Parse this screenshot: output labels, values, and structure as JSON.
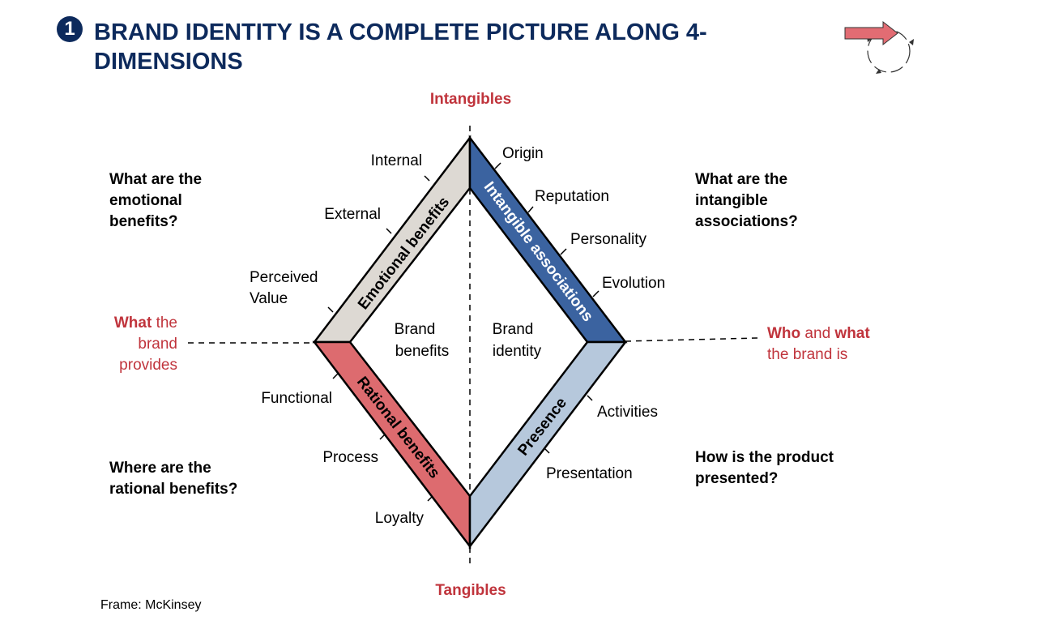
{
  "header": {
    "number": "1",
    "title": "BRAND IDENTITY IS A COMPLETE PICTURE ALONG 4-DIMENSIONS"
  },
  "axes": {
    "top": "Intangibles",
    "bottom": "Tangibles"
  },
  "bands": {
    "emotional": "Emotional benefits",
    "intangible": "Intangible associations",
    "rational": "Rational benefits",
    "presence": "Presence"
  },
  "center": {
    "left_line1": "Brand",
    "left_line2": "benefits",
    "right_line1": "Brand",
    "right_line2": "identity"
  },
  "items": {
    "internal": "Internal",
    "external": "External",
    "perceived_line1": "Perceived",
    "perceived_line2": "Value",
    "origin": "Origin",
    "reputation": "Reputation",
    "personality": "Personality",
    "evolution": "Evolution",
    "functional": "Functional",
    "process": "Process",
    "loyalty": "Loyalty",
    "activities": "Activities",
    "presentation": "Presentation"
  },
  "questions": {
    "tl": [
      "What are the",
      "emotional",
      "benefits?"
    ],
    "tr": [
      "What are the",
      "intangible",
      "associations?"
    ],
    "bl": [
      "Where are the",
      "rational benefits?"
    ],
    "br": [
      "How is the product",
      "presented?"
    ]
  },
  "side_left": {
    "bold": "What",
    "rest": " the",
    "line2": "brand",
    "line3": "provides"
  },
  "side_right": {
    "bold1": "Who",
    "mid": " and ",
    "bold2": "what",
    "line2": "the brand is"
  },
  "source": "Frame: McKinsey",
  "colors": {
    "navy": "#0d2a5c",
    "accent_red": "#c0343c",
    "emotional_band": "#ddd9d3",
    "intangible_band": "#3b63a0",
    "rational_band": "#dd6b6f",
    "presence_band": "#b6c8dc"
  },
  "icons": {
    "corner": "cycle-arrows-icon"
  }
}
